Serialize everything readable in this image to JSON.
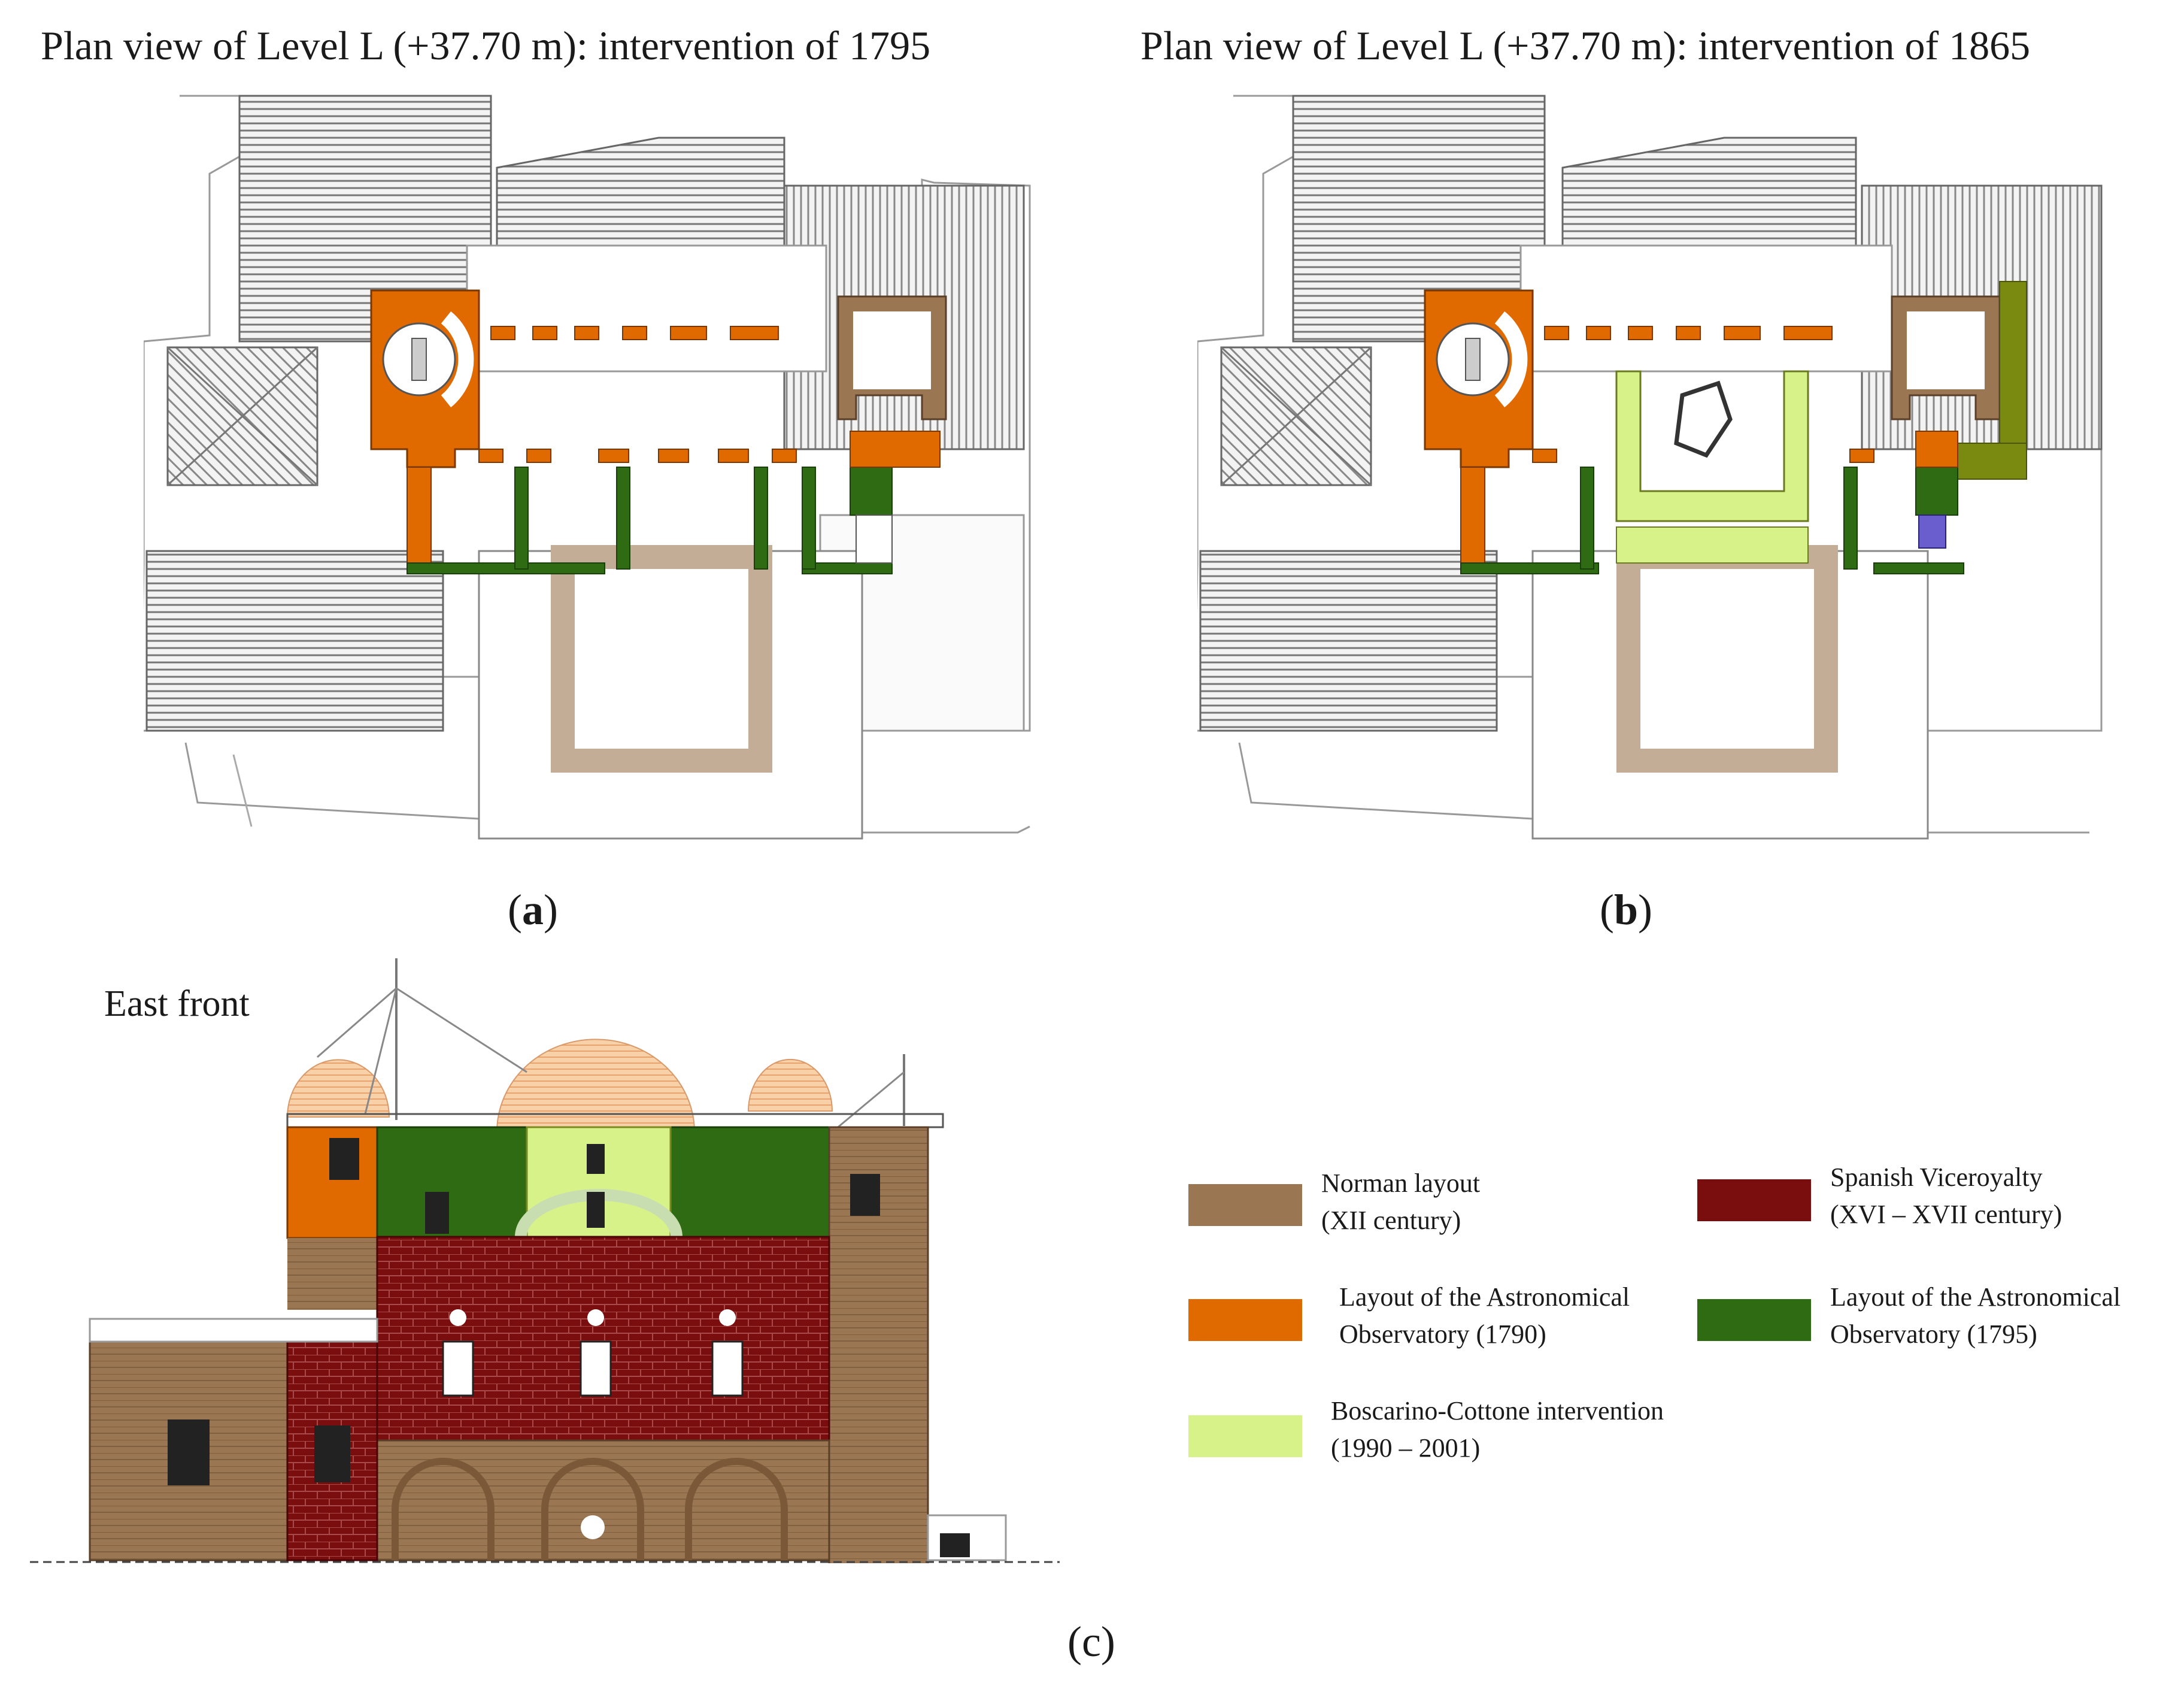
{
  "panel_a": {
    "title": "Plan view of Level L (+37.70 m): intervention of 1795",
    "caption_open": "(",
    "caption_letter": "a",
    "caption_close": ")"
  },
  "panel_b": {
    "title": "Plan view of Level L (+37.70 m): intervention of 1865",
    "caption_open": "(",
    "caption_letter": "b",
    "caption_close": ")"
  },
  "panel_c": {
    "title": "East front",
    "caption": "(c)"
  },
  "colors": {
    "norman": "#9b7653",
    "norman_light": "#c4ad96",
    "orange": "#e06a00",
    "darkgreen": "#2e6b12",
    "lightgreen": "#d8f28a",
    "darkred": "#7a0d0d",
    "olive": "#7a8a10",
    "violet": "#6a5ecf"
  },
  "legend": [
    {
      "line1": "Norman layout",
      "line2": "(XII century)",
      "color": "#9b7653"
    },
    {
      "line1": "Spanish Viceroyalty",
      "line2": "(XVI – XVII century)",
      "color": "#7a0d0d"
    },
    {
      "line1": "Layout of the Astronomical",
      "line2": "Observatory (1790)",
      "color": "#e06a00"
    },
    {
      "line1": "Layout of the Astronomical",
      "line2": "Observatory (1795)",
      "color": "#2e6b12"
    },
    {
      "line1": "Boscarino-Cottone intervention",
      "line2": "(1990 – 2001)",
      "color": "#d8f28a"
    }
  ]
}
